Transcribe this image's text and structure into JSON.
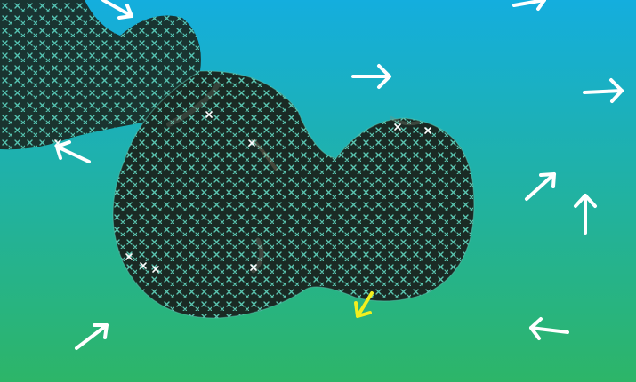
{
  "background": {
    "top_color": "#14aede",
    "bottom_color": "#2db568"
  },
  "blob": {
    "fill_color": "#1a2a24",
    "cross_color": "#5cc7b2",
    "highlight_color": "#ffffff"
  },
  "arrows": {
    "white_color": "#ffffff",
    "yellow_color": "#f2ef1e",
    "items": [
      {
        "name": "arrow-down-right-top",
        "direction": "down-right",
        "color": "white"
      },
      {
        "name": "arrow-up-right-corner",
        "direction": "up-right",
        "color": "white"
      },
      {
        "name": "arrow-right-upper",
        "direction": "right",
        "color": "white"
      },
      {
        "name": "arrow-right-far",
        "direction": "right",
        "color": "white"
      },
      {
        "name": "arrow-up-left-mid",
        "direction": "up-left",
        "color": "white"
      },
      {
        "name": "arrow-up-right-mid",
        "direction": "up-right",
        "color": "white"
      },
      {
        "name": "arrow-up",
        "direction": "up",
        "color": "white"
      },
      {
        "name": "arrow-down-left-yellow",
        "direction": "down-left",
        "color": "yellow"
      },
      {
        "name": "arrow-up-right-bottom",
        "direction": "up-right",
        "color": "white"
      },
      {
        "name": "arrow-left-bottom",
        "direction": "left",
        "color": "white"
      }
    ]
  }
}
